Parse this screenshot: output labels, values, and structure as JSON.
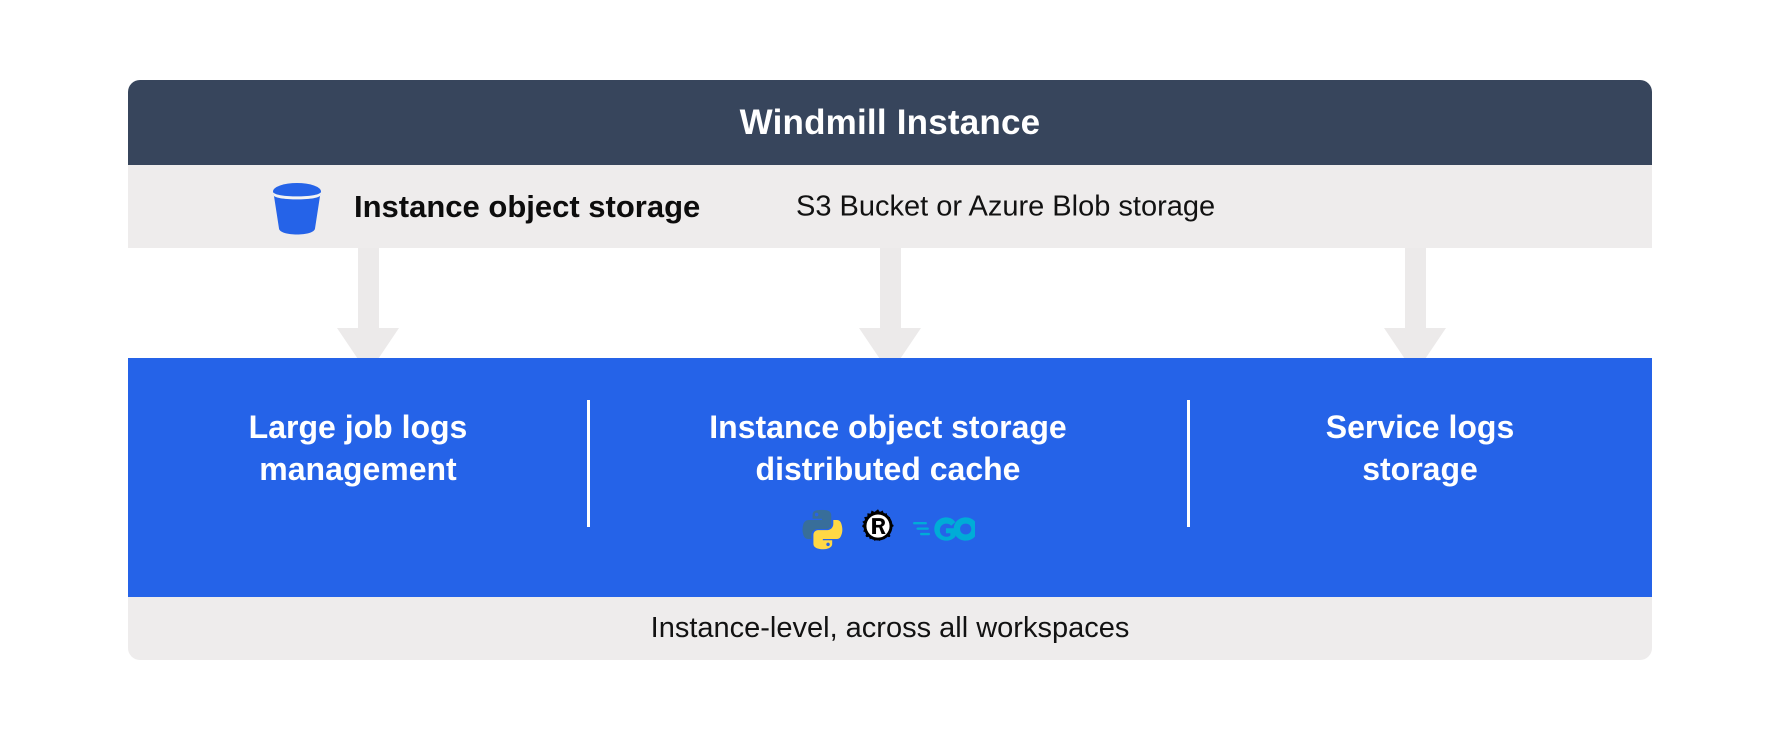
{
  "header": {
    "title": "Windmill Instance",
    "bg_color": "#37455c",
    "text_color": "#ffffff"
  },
  "info_strip": {
    "icon": "storage-bucket-icon",
    "icon_color": "#2563e8",
    "title": "Instance object storage",
    "subtitle": "S3 Bucket or Azure Blob storage",
    "bg_color": "#eeecec"
  },
  "connectors": {
    "count": 3,
    "color": "#eceaea",
    "direction": "down"
  },
  "blue_panel": {
    "bg_color": "#2563e8",
    "columns": [
      {
        "label": "Large job logs\nmanagement",
        "languages": []
      },
      {
        "label": "Instance object storage\ndistributed cache",
        "languages": [
          {
            "name": "python-icon",
            "label": "Python",
            "colors": [
              "#386e9a",
              "#ffd845"
            ]
          },
          {
            "name": "rust-icon",
            "label": "Rust",
            "colors": [
              "#000000"
            ]
          },
          {
            "name": "go-icon",
            "label": "Go",
            "colors": [
              "#00acd7"
            ]
          }
        ]
      },
      {
        "label": "Service logs\nstorage",
        "languages": []
      }
    ],
    "divider_color": "#ffffff"
  },
  "footer_strip": {
    "text": "Instance-level, across all workspaces",
    "bg_color": "#eeecec"
  }
}
